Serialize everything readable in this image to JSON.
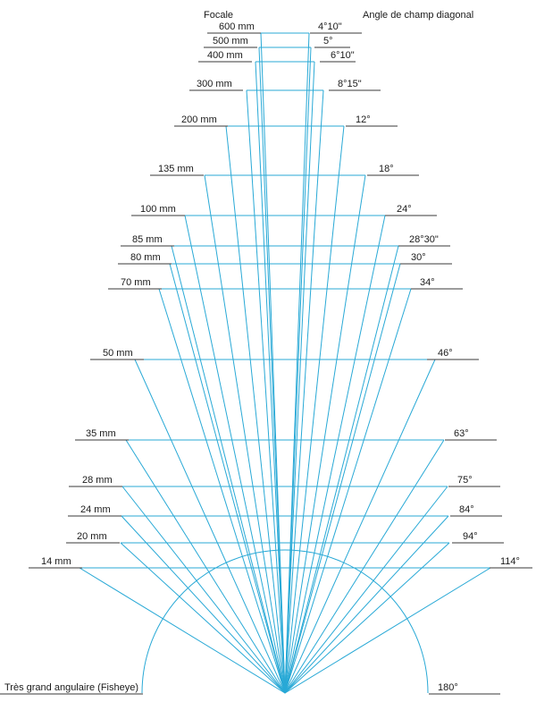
{
  "header": {
    "focal_title": "Focale",
    "angle_title": "Angle de champ diagonal"
  },
  "colors": {
    "lines": "#29a9d6",
    "text": "#1a1a1a",
    "underline": "#3a3a3a",
    "background": "#ffffff"
  },
  "lenses": [
    {
      "focal": "600 mm",
      "angle": "4°10\""
    },
    {
      "focal": "500 mm",
      "angle": "5°"
    },
    {
      "focal": "400 mm",
      "angle": "6°10\""
    },
    {
      "focal": "300 mm",
      "angle": "8°15\""
    },
    {
      "focal": "200 mm",
      "angle": "12°"
    },
    {
      "focal": "135 mm",
      "angle": "18°"
    },
    {
      "focal": "100 mm",
      "angle": "24°"
    },
    {
      "focal": "85 mm",
      "angle": "28°30\""
    },
    {
      "focal": "80 mm",
      "angle": "30°"
    },
    {
      "focal": "70 mm",
      "angle": "34°"
    },
    {
      "focal": "50 mm",
      "angle": "46°"
    },
    {
      "focal": "35 mm",
      "angle": "63°"
    },
    {
      "focal": "28 mm",
      "angle": "75°"
    },
    {
      "focal": "24 mm",
      "angle": "84°"
    },
    {
      "focal": "20 mm",
      "angle": "94°"
    },
    {
      "focal": "14 mm",
      "angle": "114°"
    }
  ],
  "fisheye": {
    "focal": "Très grand angulaire (Fisheye)",
    "angle": "180°"
  }
}
